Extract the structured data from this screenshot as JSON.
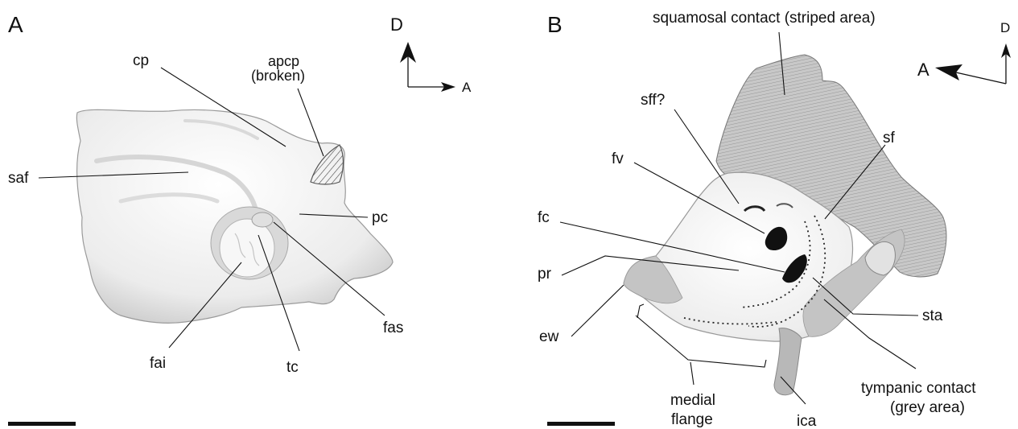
{
  "panel_a": {
    "letter": "A",
    "orientation": {
      "dorsal": "D",
      "anterior": "A"
    },
    "labels": {
      "cp": "cp",
      "apcp_line1": "apcp",
      "apcp_line2": "(broken)",
      "saf": "saf",
      "pc": "pc",
      "fas": "fas",
      "fai": "fai",
      "tc": "tc"
    }
  },
  "panel_b": {
    "letter": "B",
    "orientation": {
      "dorsal": "D",
      "anterior": "A"
    },
    "labels": {
      "squamosal": "squamosal contact (striped area)",
      "sff": "sff?",
      "fv": "fv",
      "sf": "sf",
      "fc": "fc",
      "pr": "pr",
      "ew": "ew",
      "sta": "sta",
      "medial_line1": "medial",
      "medial_line2": "flange",
      "ica": "ica",
      "tympanic_line1": "tympanic contact",
      "tympanic_line2": "(grey area)"
    }
  },
  "colors": {
    "bone": "#f1f1f1",
    "bone_shadow": "#c9c9c9",
    "contact_grey": "#bdbdbd",
    "ink": "#111111"
  }
}
